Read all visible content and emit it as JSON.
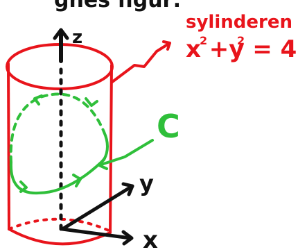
{
  "colors": {
    "ink": "#111111",
    "cylinder": "#e8141b",
    "curve": "#2fbf3a",
    "background": "#ffffff"
  },
  "top_fragment": "gnes figur:",
  "axes": {
    "z": "z",
    "y": "y",
    "x": "x"
  },
  "cylinder_note": {
    "name": "sylinderen",
    "equation_base": "x +y = 4",
    "exponent": "2"
  },
  "curve_label": "C"
}
